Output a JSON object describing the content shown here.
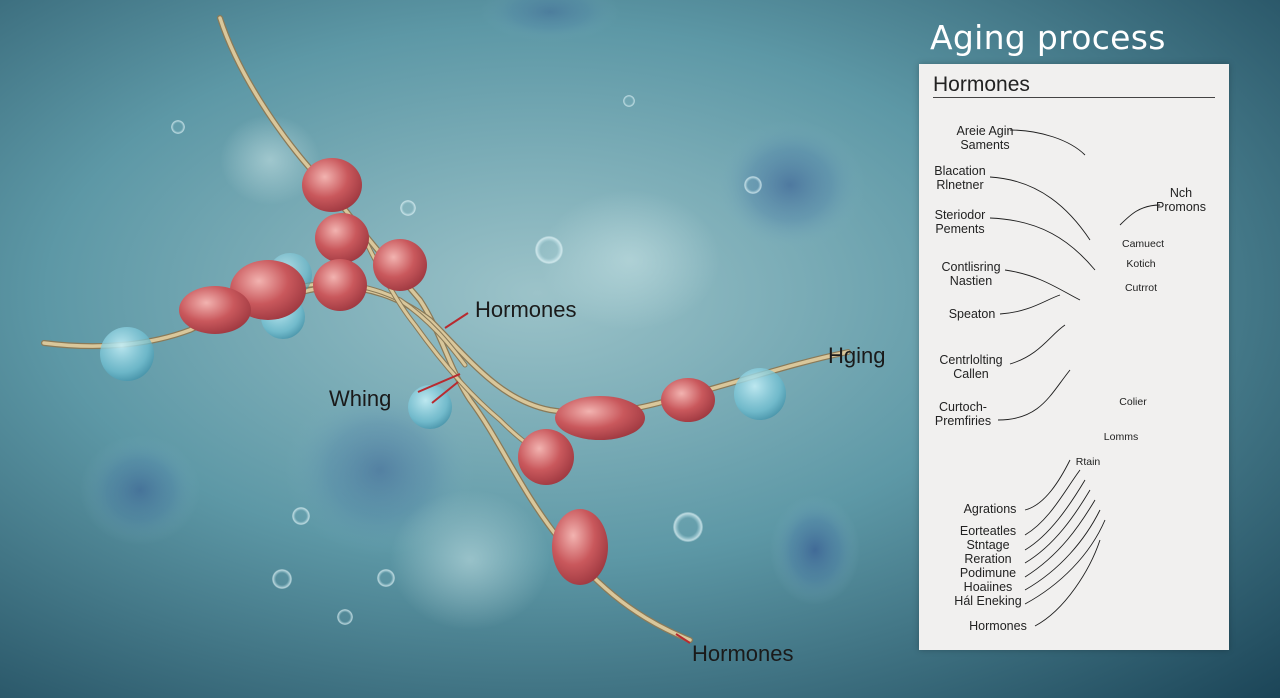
{
  "colors": {
    "background_center": "#8fb9c2",
    "background_edge": "#1d4a5c",
    "cell_body": "#c25a5e",
    "cell_highlight": "#eaa1a1",
    "fiber": "#c9b58a",
    "vesicle": "#7ec2d4",
    "pointer_line": "#b82a2f",
    "panel_bg": "#f1f0ef",
    "figure_skin": "#e7a79b"
  },
  "scene_labels": {
    "hormones_center": "Hormones",
    "whing": "Whing",
    "hging": "Hging",
    "hormones_bottom": "Hormones"
  },
  "panel": {
    "title": "Aging process",
    "heading": "Hormones",
    "left_labels": [
      "Areie Agin\nSaments",
      "Blacation\nRlnetner",
      "Steriodor\nPements",
      "Contlisring\nNastien",
      "Speaton",
      "Centrlolting\nCallen",
      "Curtoch-\nPremfiries",
      "Agrations",
      "Eorteatles\nStntage\nReration\nPodimune\nHoaiines\nHál Eneking",
      "Hormones"
    ],
    "right_labels": [
      "Nch\nPromons",
      "Camuect",
      "Kotich",
      "Cutrrot",
      "Colier",
      "Lomms",
      "Rtain"
    ]
  }
}
